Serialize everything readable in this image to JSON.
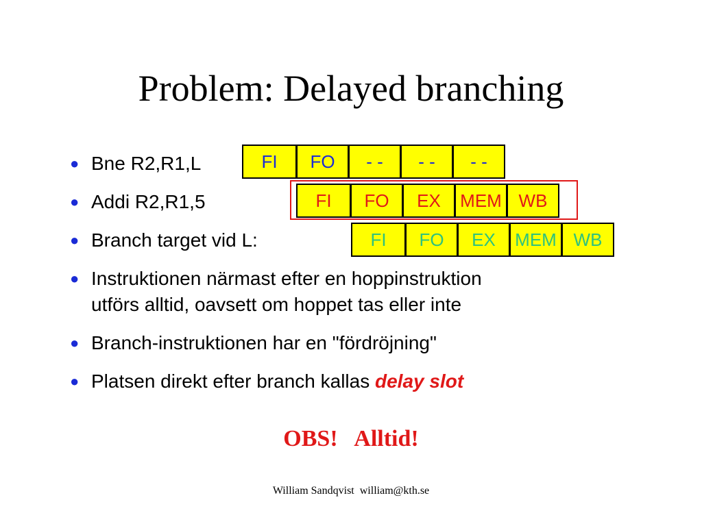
{
  "slide": {
    "title": "Problem: Delayed branching",
    "bullets": [
      "Bne R2,R1,L",
      "Addi  R2,R1,5",
      "Branch target vid L:",
      "Instruktionen närmast efter en hoppinstruktion",
      "utförs alltid, oavsett om hoppet tas eller inte",
      "Branch-instruktionen har en \"fördröjning\"",
      "Platsen direkt efter branch kallas"
    ],
    "bullet_emphasis": "delay slot",
    "note": "OBS!   Alltid!",
    "footer": "William Sandqvist  william@kth.se"
  },
  "pipelines": [
    {
      "name": "bne",
      "color": "#1a2bd6",
      "stages": [
        "FI",
        "FO",
        "- -",
        "- -",
        "- -"
      ]
    },
    {
      "name": "addi",
      "color": "#e01818",
      "stages": [
        "FI",
        "FO",
        "EX",
        "MEM",
        "WB"
      ]
    },
    {
      "name": "target",
      "color": "#2ec27e",
      "stages": [
        "FI",
        "FO",
        "EX",
        "MEM",
        "WB"
      ]
    }
  ],
  "colors": {
    "stage_fill": "#ffff00",
    "bullet": "#1a2bd6",
    "emphasis": "#e01818",
    "highlight_border": "#e01818"
  }
}
